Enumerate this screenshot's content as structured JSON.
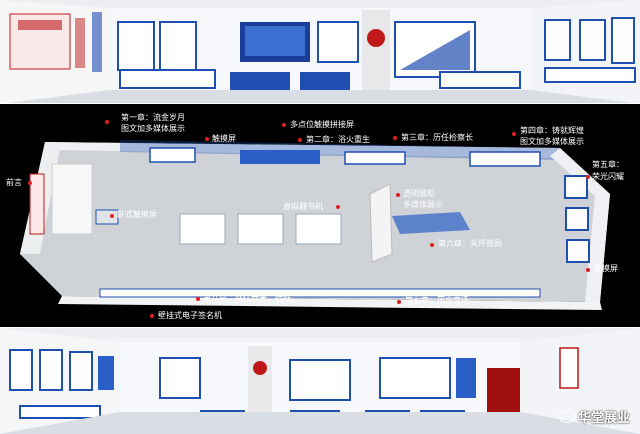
{
  "labels": {
    "ch1": "第一章：流金岁月",
    "ch1_sub": "图文加多媒体展示",
    "touch_screen_top": "触摸屏",
    "multi_touch": "多点位触摸拼接屏",
    "ch2": "第二章：浴火重生",
    "ch3": "第三章：历任检察长",
    "ch4": "第四章：铸就辉煌",
    "ch4_sub": "图文加多媒体展示",
    "ch5": "第五章：",
    "ch5_sub": "荣光闪耀",
    "preface": "前言",
    "horizontal_touch": "卧式触摸屏",
    "virtual_book": "虚拟翻书机",
    "transparent_cabinet": "透明展柜",
    "transparent_cabinet_sub": "多媒体展示",
    "ch6": "第六章：关怀鼓励",
    "touch_screen_right": "触摸屏",
    "ch8": "第八章：继往开来、砥砺",
    "ch7": "第七章：历史变迁",
    "wall_signature": "壁挂式电子签名机"
  },
  "watermark": "华堂展业",
  "colors": {
    "accent_blue": "#1f4fb0",
    "label_dot": "#e02020",
    "wall_white": "#f2f3f6",
    "seal_red": "#c01818"
  }
}
